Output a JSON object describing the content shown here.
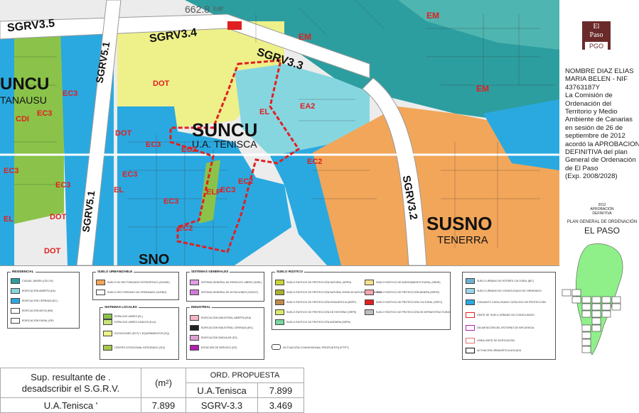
{
  "map": {
    "zones": [
      {
        "label": "SUNCU",
        "sub": "U.A. TENISCA"
      },
      {
        "label": "UNCU",
        "sub": "TANAUSU"
      },
      {
        "label": "SUSNO",
        "sub": "TENERRA"
      },
      {
        "label": "SNO",
        "sub": ""
      }
    ],
    "roads": [
      "SGRV3.5",
      "SGRV5.1",
      "SGRV3.4",
      "SGRV3.3",
      "SGRV5.1",
      "SGRV3.2"
    ],
    "codes": [
      "EL",
      "EM",
      "EM",
      "EM",
      "DOT",
      "EC3",
      "EC3",
      "EA2",
      "EL",
      "CDI",
      "DOT",
      "EC3",
      "EC3",
      "EC2",
      "EC3",
      "EC3",
      "EL",
      "EC3",
      "ELP",
      "EC3",
      "EC2",
      "EC2",
      "EL",
      "DOT",
      "DOT",
      "EC2"
    ],
    "numbers": [
      "662.8",
      "Edif"
    ],
    "colors": {
      "yellow": "#eef08a",
      "blue": "#2aa9e0",
      "teal": "#2d9ea0",
      "lightcyan": "#86d6e0",
      "orange": "#f2a65a",
      "green": "#8bc34a",
      "red": "#e02020",
      "grey": "#d8d8d8",
      "road": "#e6e6e6"
    }
  },
  "legend": {
    "groups": [
      {
        "title": "RESIDENCIAL",
        "items": [
          "CIUDAD JARDÍN (CDI-CH)",
          "EDIFICACIÓN ABIERTA (EA)",
          "EDIFICACIÓN CERRADA (EC)",
          "EDIFICACIÓN MIXTA (EM)",
          "EDIFICACIÓN RURAL (ER)"
        ],
        "colors": [
          "#2d9ea0",
          "#86d6e0",
          "#2aa9e0",
          "#ffffff",
          "#ffffff"
        ]
      },
      {
        "title": "SUELO URBANIZABLE",
        "items": [
          "SUELO NO SECTORIZADO ESTRATÉGICO (SUNSE)",
          "SUELO SECTORIZADO NO ORDENADO (SUSNO)"
        ],
        "colors": [
          "#f2a65a",
          "#ffffff"
        ]
      },
      {
        "title": "SISTEMAS LOCALES",
        "items": [
          "ESPACIOS LIBRES (EL)",
          "ESPACIOS LIBRES USADOS (ELU)",
          "DOTACIONES (DOT) Y EQUIPAMIENTOS (EQ)",
          "CENTRO DOTACIONAL INTEGRADO (CDI)"
        ],
        "colors": [
          "#8bc34a",
          "#c8e27a",
          "#eef08a",
          "#a8c84a"
        ]
      },
      {
        "title": "SISTEMAS GENERALES",
        "items": [
          "SISTEMA GENERAL DE ESPACIOS LIBRES (SGEL)",
          "SISTEMA GENERAL DE DOTACIONES (SGDOT)"
        ],
        "colors": [
          "#e29be6",
          "#d27ad8"
        ]
      },
      {
        "title": "INDUSTRIAL",
        "items": [
          "EDIFICACIÓN INDUSTRIAL ABIERTA (IEA)",
          "EDIFICACIÓN INDUSTRIAL CERRADA (IEC)",
          "EDIFICACIÓN SINGULAR (ES)",
          "ESTACIÓN DE SERVICIO (ES)"
        ],
        "colors": [
          "#f5b5c5",
          "#222222",
          "#e0a0d0",
          "#b020b0"
        ]
      },
      {
        "title": "SUELO RÚSTICO",
        "items": [
          "SUELO RÚSTICO DE PROTECCIÓN NATURAL (SRPN)",
          "SUELO RÚSTICO DE PROTECCIÓN NATURAL ESPACIO NATURAL PROTEGIDO",
          "SUELO RÚSTICO DE PROTECCIÓN PAISAJÍSTICA (SRPP)",
          "SUELO RÚSTICO DE PROTECCIÓN DE ENTORNO (SRPE)",
          "SUELO RÚSTICO DE PROTECCIÓN AGRARIA (SRPA)"
        ],
        "colors": [
          "#c8d43a",
          "#a8b030",
          "#c08a4a",
          "#d9e86a",
          "#7ad6a0"
        ]
      },
      {
        "title": "",
        "items": [
          "SUELO RÚSTICO DE ASENTAMIENTO RURAL (SRAR)",
          "SUELO RÚSTICO DE PROTECCIÓN MINERA (SRPM)",
          "SUELO RÚSTICO DE PROTECCIÓN CULTURAL (SRPC)",
          "SUELO RÚSTICO DE PROTECCIÓN DE INFRAESTRUCTURAS"
        ],
        "colors": [
          "#f6e08a",
          "#f5a5b0",
          "#e02020",
          "#bdbdbd"
        ]
      },
      {
        "title": "",
        "items": [
          "SUELO URBANO DE INTERÉS CULTURAL (BIC)",
          "SUELO URBANO NO CONSOLIDADO NO ORDENADO",
          "CONJUNTO CATALOGADO CATÁLOGO DE PROTECCIÓN",
          "LÍMITE DE SUELO URBANO NO CONSOLIDADO",
          "DELIMITACIÓN DEL ENTORNO DE INFLUENCIA",
          "LÍNEA LÍMITE DE EDIFICACIÓN",
          "ACTUACIÓN URBANÍSTICA AISLADA"
        ],
        "colors": [
          "#6fb0d0",
          "#9ad6e8",
          "#2aa9e0",
          "#ffffff",
          "#ffffff",
          "#ffffff",
          "#ffffff"
        ]
      }
    ],
    "note": "ACTUACIÓN CONVENIONAL PROPUESTA (PTPT)"
  },
  "side": {
    "logo_top": "El",
    "logo_mid": "Paso",
    "logo_bottom": "PGO",
    "notice_lines": [
      "NOMBRE DIAZ ELIAS",
      "MARIA BELEN - NIF",
      "43763187Y",
      "La Comisión de",
      "Ordenación del",
      "Territorio y Medio",
      "Ambiente de Canarias",
      "en sesión de 26 de",
      "septiembre de 2012",
      "acordó la APROBACION",
      "DEFINITIVA del plan",
      "General de Ordenación",
      "de El Paso",
      "(Exp. 2008/2028)"
    ],
    "year": "2012",
    "year_caption": "APROBACIÓN DEFINITIVA",
    "plan_caption": "PLAN GENERAL DE ORDENACIÓN",
    "plan_title": "EL PASO"
  },
  "table": {
    "head_label": "Sup. resultante de . desadscribir el S.G.R.V.",
    "head_label_1": "Sup. resultante de .",
    "head_label_2": "desadscribir el S.G.R.V.",
    "unit": "(m²)",
    "ord_header": "ORD. PROPUESTA",
    "row1_name": "U.A.Tenisca '",
    "row1_value": "7.899",
    "ord_rows": [
      {
        "name": "U.A.Tenisca",
        "value": "7.899"
      },
      {
        "name": "SGRV-3.3",
        "value": "3.469"
      }
    ]
  }
}
